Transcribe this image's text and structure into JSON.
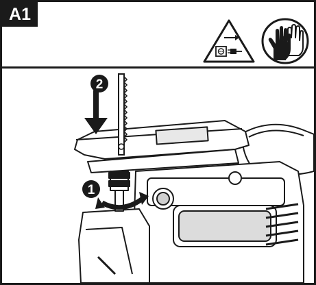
{
  "header": {
    "step_label": "A1"
  },
  "icons": {
    "warning": "unplug-warning-icon",
    "gloves": "wear-gloves-icon"
  },
  "callouts": [
    {
      "number": "1"
    },
    {
      "number": "2"
    }
  ],
  "colors": {
    "ink": "#1a1a1a",
    "paper": "#ffffff"
  }
}
